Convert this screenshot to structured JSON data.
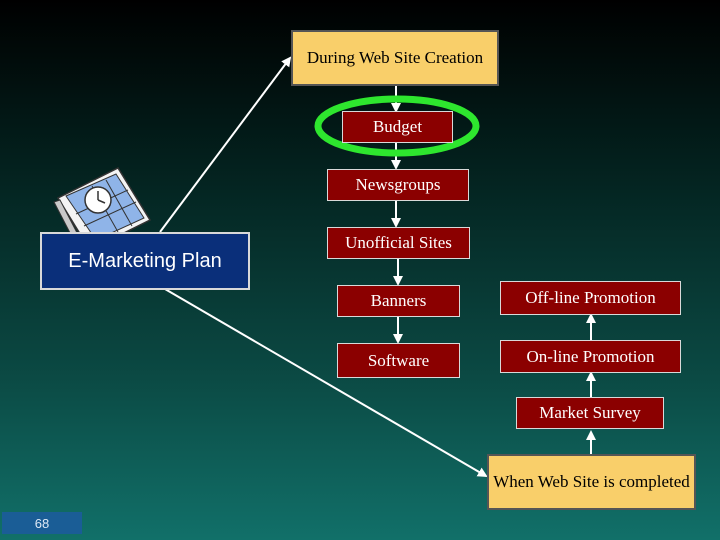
{
  "nodes": {
    "during_creation": "During Web Site Creation",
    "budget": "Budget",
    "newsgroups": "Newsgroups",
    "unofficial_sites": "Unofficial Sites",
    "banners": "Banners",
    "software": "Software",
    "offline_promotion": "Off-line Promotion",
    "online_promotion": "On-line Promotion",
    "market_survey": "Market Survey",
    "when_completed": "When Web Site is completed",
    "plan": "E-Marketing Plan"
  },
  "page_number": "68",
  "colors": {
    "dark_box": "#8b0000",
    "tan_box": "#f9cf6a",
    "plan_box": "#0a2f7a",
    "highlight_ring": "#2ee62e"
  }
}
